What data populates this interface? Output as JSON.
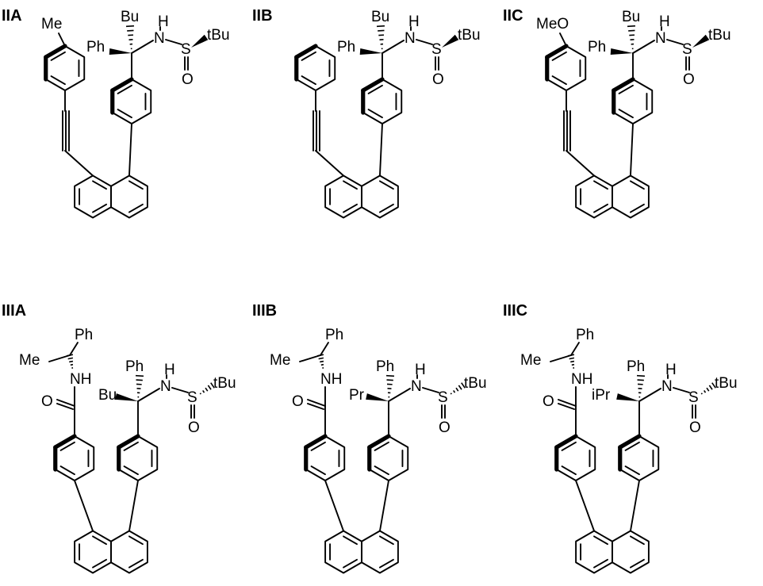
{
  "compounds": [
    {
      "id": "IIA",
      "family": "II",
      "para_sub": "Me",
      "top": "Bu",
      "left": "Ph"
    },
    {
      "id": "IIB",
      "family": "II",
      "para_sub": "",
      "top": "Bu",
      "left": "Ph"
    },
    {
      "id": "IIC",
      "family": "II",
      "para_sub": "MeO",
      "top": "Bu",
      "left": "Ph"
    },
    {
      "id": "IIIA",
      "family": "III",
      "top": "Ph",
      "left": "Bu"
    },
    {
      "id": "IIIB",
      "family": "III",
      "top": "Ph",
      "left": "Pr"
    },
    {
      "id": "IIIC",
      "family": "III",
      "top": "Ph",
      "left": "iPr"
    }
  ],
  "atoms": {
    "N": "N",
    "H": "H",
    "S": "S",
    "O": "O",
    "tBu": "tBu",
    "NH": "NH",
    "Me": "Me",
    "Ph": "Ph"
  },
  "colors": {
    "ink": "#000000",
    "background": "#ffffff"
  }
}
